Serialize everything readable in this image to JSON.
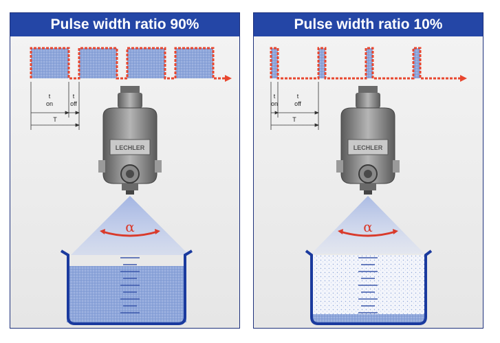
{
  "colors": {
    "title_bar": "#2446a6",
    "signal_line": "#e8462e",
    "fluid_blue": "#7f9ad3",
    "spray_cone": "#a8b8e2",
    "container": "#1a3a9e",
    "nozzle_body": "#7a7a7a",
    "alpha_arrow": "#d93a2b"
  },
  "panels": [
    {
      "title": "Pulse width ratio 90%",
      "labels": {
        "t_on_t": "t",
        "t_on_sub": "on",
        "t_off_t": "t",
        "t_off_sub": "off",
        "period": "T"
      },
      "badge": "LECHLER",
      "angle_symbol": "α"
    },
    {
      "title": "Pulse width ratio 10%",
      "labels": {
        "t_on_t": "t",
        "t_on_sub": "on",
        "t_off_t": "t",
        "t_off_sub": "off",
        "period": "T"
      },
      "badge": "LECHLER",
      "angle_symbol": "α"
    }
  ]
}
